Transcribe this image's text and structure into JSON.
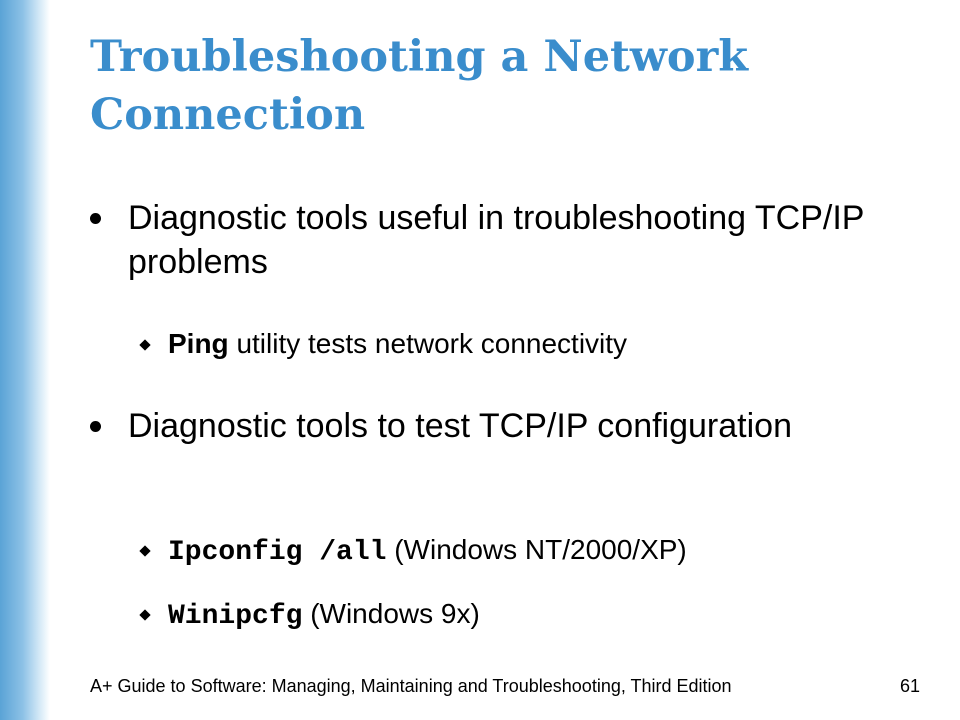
{
  "title": "Troubleshooting a Network Connection",
  "bullets": [
    {
      "text": "Diagnostic tools useful in troubleshooting TCP/IP problems",
      "subs": [
        {
          "strong": "Ping",
          "rest": " utility tests network connectivity"
        }
      ]
    },
    {
      "text": "Diagnostic tools to test TCP/IP configuration",
      "subs": [
        {
          "code": "Ipconfig /all",
          "rest": " (Windows NT/2000/XP)"
        },
        {
          "code": "Winipcfg",
          "rest": " (Windows 9x)"
        }
      ]
    }
  ],
  "footer": {
    "text": "A+ Guide to Software: Managing, Maintaining and Troubleshooting, Third Edition",
    "page": "61"
  }
}
